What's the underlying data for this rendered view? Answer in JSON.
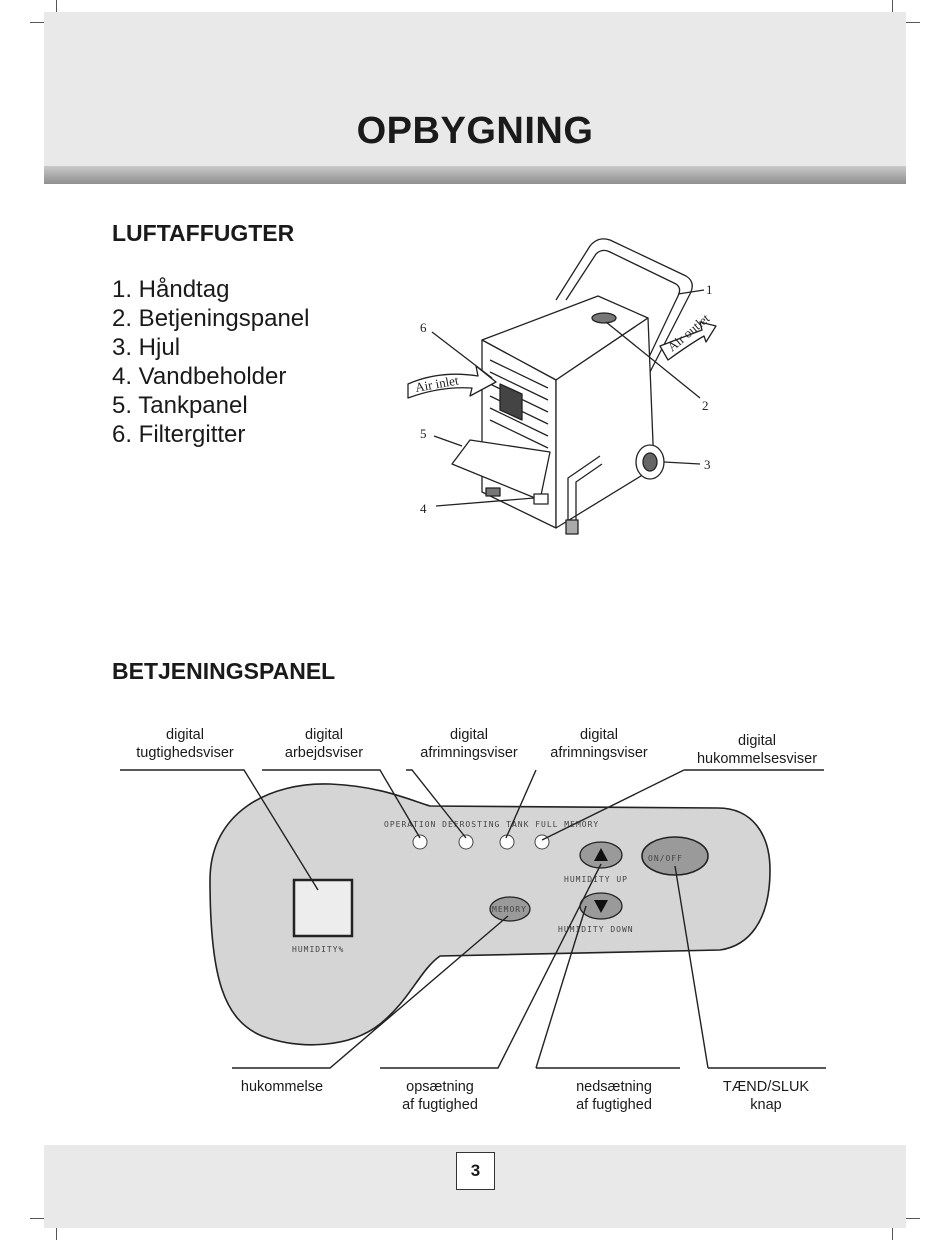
{
  "header": {
    "title": "OPBYGNING"
  },
  "dehumidifier": {
    "heading": "LUFTAFFUGTER",
    "parts": [
      "1. Håndtag",
      "2. Betjeningspanel",
      "3. Hjul",
      "4. Vandbeholder",
      "5. Tankpanel",
      "6. Filtergitter"
    ],
    "illustration": {
      "air_inlet_label": "Air inlet",
      "air_outlet_label": "Air outlet",
      "numbers": [
        "1",
        "2",
        "3",
        "4",
        "5",
        "6"
      ]
    }
  },
  "control_panel": {
    "heading": "BETJENINGSPANEL",
    "top_callouts": [
      {
        "line1": "digital",
        "line2": "tugtighedsviser"
      },
      {
        "line1": "digital",
        "line2": "arbejdsviser"
      },
      {
        "line1": "digital",
        "line2": "afrimningsviser"
      },
      {
        "line1": "digital",
        "line2": "afrimningsviser"
      },
      {
        "line1": "digital",
        "line2": "hukommelsesviser"
      }
    ],
    "bottom_callouts": [
      {
        "line1": "hukommelse",
        "line2": ""
      },
      {
        "line1": "opsætning",
        "line2": "af fugtighed"
      },
      {
        "line1": "nedsætning",
        "line2": "af fugtighed"
      },
      {
        "line1": "TÆND/SLUK",
        "line2": "knap"
      }
    ],
    "panel_labels": {
      "indicators": "OPERATION DEFROSTING TANK FULL MEMORY",
      "humidity_display": "HUMIDITY%",
      "humidity_up": "HUMIDITY UP",
      "humidity_down": "HUMIDITY DOWN",
      "memory_button": "MEMORY",
      "on_off_button": "ON/OFF"
    }
  },
  "footer": {
    "page_number": "3"
  }
}
